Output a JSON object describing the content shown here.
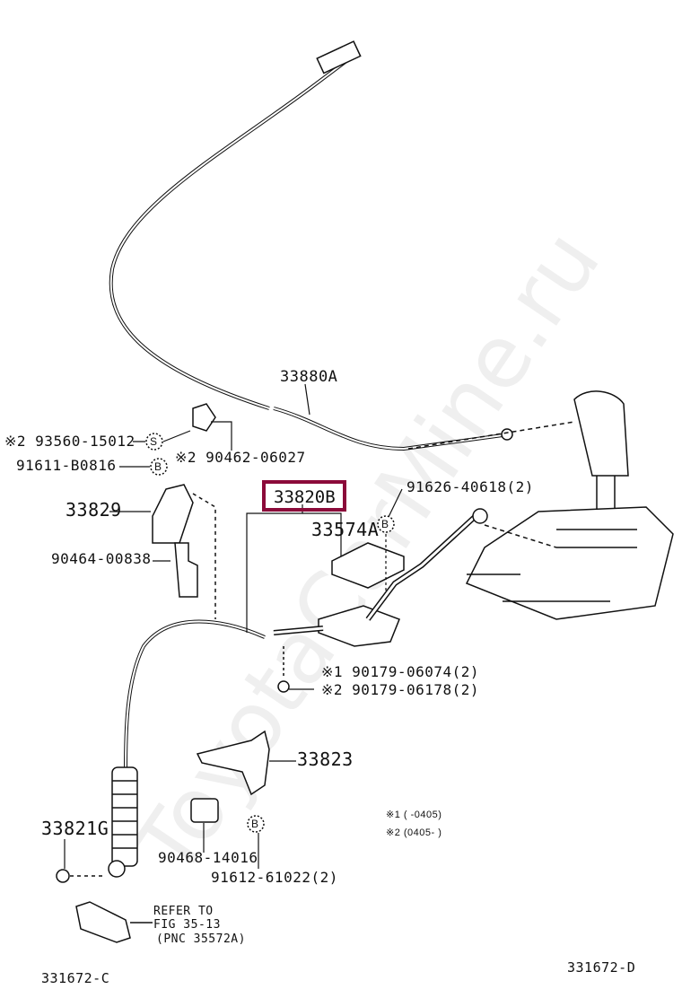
{
  "watermark": "ToyotaCarMine.ru",
  "highlight_color": "#8b0a3a",
  "labels": {
    "p33880A": "33880A",
    "p93560": "※2 93560-15012",
    "p90462": "※2 90462-06027",
    "p91611": "91611-B0816",
    "p33829": "33829",
    "p33820B": "33820B",
    "p91626": "91626-40618(2)",
    "p33574A": "33574A",
    "p90464": "90464-00838",
    "p90179a": "※1 90179-06074(2)",
    "p90179b": "※2 90179-06178(2)",
    "p33823": "33823",
    "p33821G": "33821G",
    "p90468": "90468-14016",
    "p91612": "91612-61022(2)",
    "note1": "※1 (      -0405)",
    "note2": "※2 (0405-      )",
    "refer1": "REFER TO",
    "refer2": "FIG 35-13",
    "refer3": "(PNC 35572A)",
    "code_c": "331672-C",
    "code_d": "331672-D"
  },
  "markers": {
    "s": "S",
    "b": "B"
  }
}
